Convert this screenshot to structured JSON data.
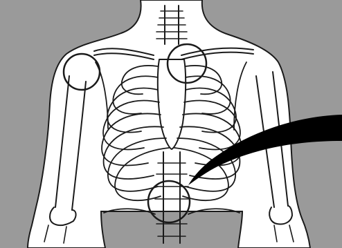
{
  "figure": {
    "subject": "skeleton-upper-torso-anterior-view",
    "colors": {
      "background": "#9a9a9a",
      "body_fill": "#ffffff",
      "ink": "#1a1a1a"
    },
    "markers": [
      {
        "name": "right-shoulder-marker"
      },
      {
        "name": "left-shoulder-marker"
      },
      {
        "name": "lumbar-spine-marker"
      }
    ],
    "pointer": {
      "name": "pointer-arrow",
      "color": "#000000"
    }
  }
}
